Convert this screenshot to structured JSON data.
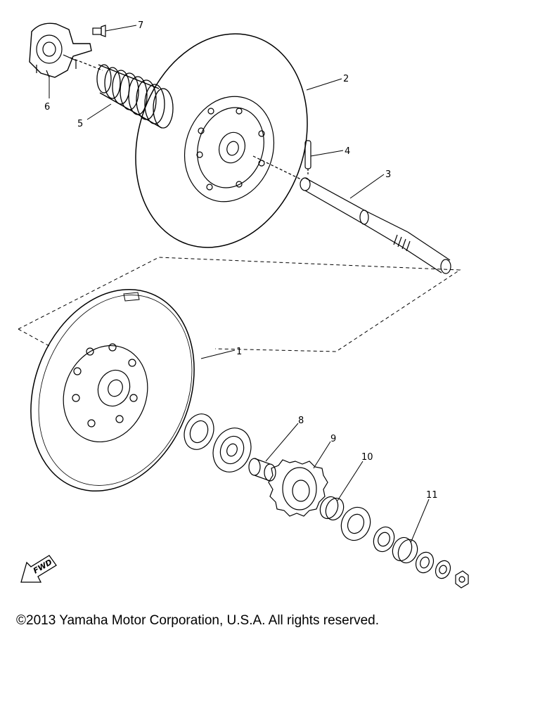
{
  "diagram": {
    "callouts": [
      {
        "id": "1",
        "label": "1"
      },
      {
        "id": "2",
        "label": "2"
      },
      {
        "id": "3",
        "label": "3"
      },
      {
        "id": "4",
        "label": "4"
      },
      {
        "id": "5",
        "label": "5"
      },
      {
        "id": "6",
        "label": "6"
      },
      {
        "id": "7",
        "label": "7"
      },
      {
        "id": "8",
        "label": "8"
      },
      {
        "id": "9",
        "label": "9"
      },
      {
        "id": "10",
        "label": "10"
      },
      {
        "id": "11",
        "label": "11"
      }
    ],
    "fwd_label": "FWD"
  },
  "footer": {
    "copyright": "©2013 Yamaha Motor Corporation, U.S.A. All rights reserved."
  }
}
